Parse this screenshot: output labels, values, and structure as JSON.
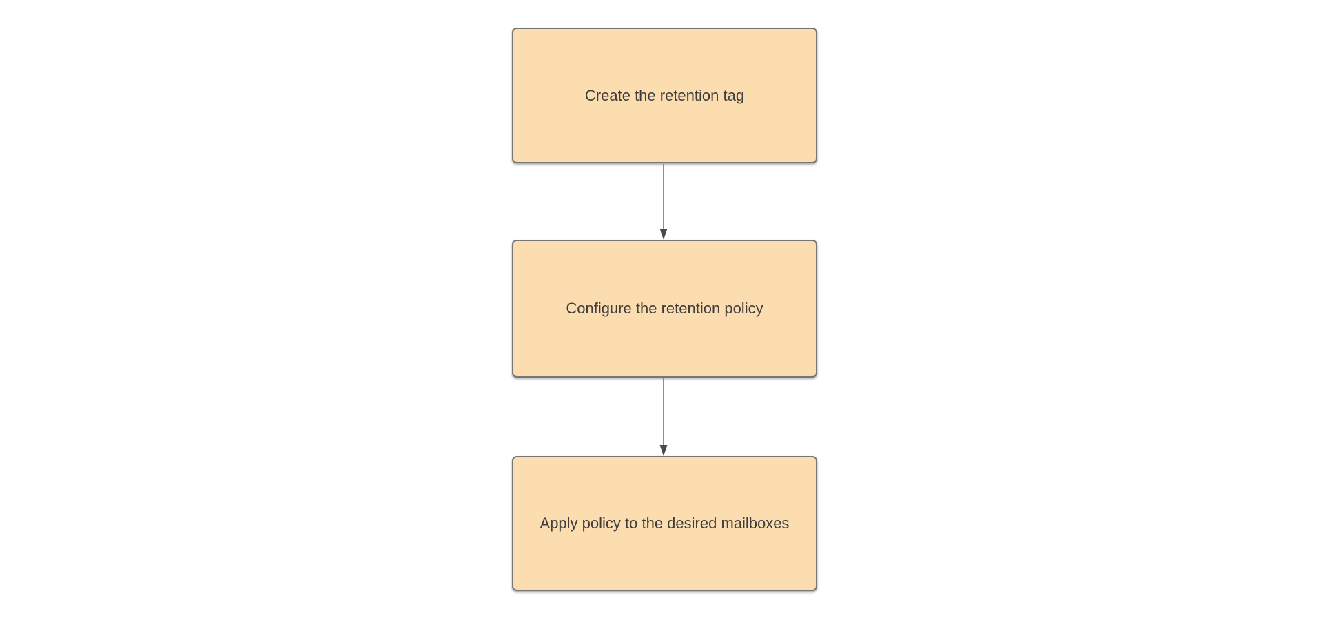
{
  "colors": {
    "canvas_bg": "#ffffff",
    "node_fill": "#fcddb0",
    "node_border": "#767676",
    "node_text": "#3d3d3d",
    "arrow_line": "#6b6b6b",
    "arrow_head": "#4a4a4a"
  },
  "diagram": {
    "type": "flowchart",
    "direction": "top-down",
    "nodes": [
      {
        "id": "create-retention-tag",
        "label": "Create the retention tag"
      },
      {
        "id": "configure-retention-policy",
        "label": "Configure the retention policy"
      },
      {
        "id": "apply-policy-mailboxes",
        "label": "Apply policy to the desired mailboxes"
      }
    ],
    "connectors": [
      {
        "from": "create-retention-tag",
        "to": "configure-retention-policy",
        "style": "straight-arrow-down"
      },
      {
        "from": "configure-retention-policy",
        "to": "apply-policy-mailboxes",
        "style": "straight-arrow-down"
      }
    ]
  }
}
